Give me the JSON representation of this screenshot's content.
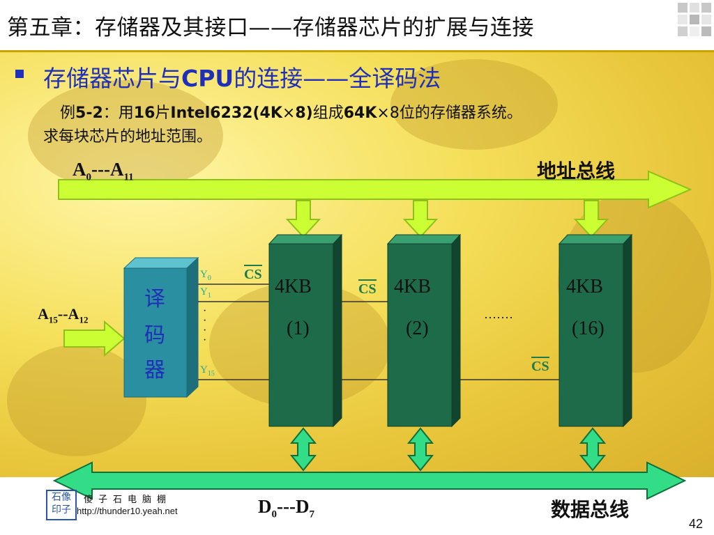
{
  "title": "第五章：存储器及其接口——存储器芯片的扩展与连接",
  "subtitle_a": "存储器芯片与",
  "subtitle_b": "CPU",
  "subtitle_c": "的连接——全译码法",
  "example": {
    "p1": "例",
    "p2": "5-2",
    "p3": "：用",
    "p4": "16",
    "p5": "片",
    "p6": "Intel6232(4K",
    "p7": "×",
    "p8": "8)",
    "p9": "组成",
    "p10": "64K",
    "p11": "×8位的存储器系统。",
    "line2": "求每块芯片的地址范围。"
  },
  "address_bus": {
    "label": "地址总线",
    "lines_main": "A",
    "lines_sub0": "0",
    "lines_mid": "---A",
    "lines_sub1": "11"
  },
  "decoder_input": {
    "main": "A",
    "sub0": "15",
    "mid": "--A",
    "sub1": "12"
  },
  "decoder": {
    "c1": "译",
    "c2": "码",
    "c3": "器"
  },
  "decoder_outputs": {
    "y0": "Y",
    "y0s": "0",
    "y1": "Y",
    "y1s": "1",
    "y15": "Y",
    "y15s": "15",
    "dots": "·"
  },
  "cs": "CS",
  "chips": [
    {
      "size": "4KB",
      "index": "(1)"
    },
    {
      "size": "4KB",
      "index": "(2)"
    },
    {
      "size": "4KB",
      "index": "(16)"
    }
  ],
  "ellipsis": "·······",
  "data_bus": {
    "label": "数据总线",
    "main": "D",
    "sub0": "0",
    "mid": "---D",
    "sub1": "7"
  },
  "footer": {
    "logo_chars": "石像印子",
    "name": "傻子石电脑棚",
    "url": "http://thunder10.yeah.net"
  },
  "page_number": "42",
  "colors": {
    "bus_arrow": "#ccff33",
    "chip": "#1e6b4a",
    "decoder": "#2a8fa0",
    "title_blue": "#1f2fb8"
  }
}
